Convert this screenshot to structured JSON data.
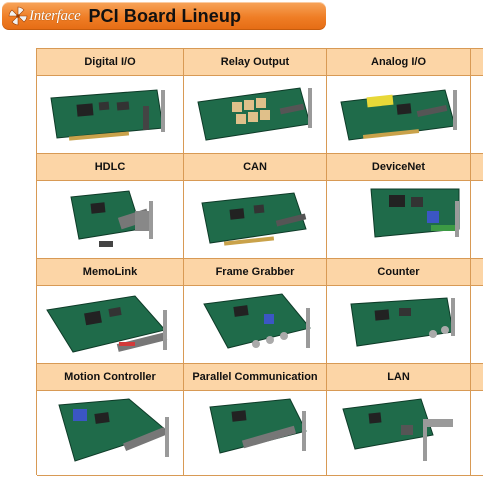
{
  "header": {
    "brand": "Interface",
    "title": "PCI Board Lineup",
    "banner_color": "#ef7d25",
    "logo_icon": "pinwheel-logo-icon"
  },
  "grid": {
    "header_color": "#fcd5a6",
    "border_color": "#d89a55",
    "board_color": "#1f6b4a",
    "rows": [
      {
        "cells": [
          {
            "label": "Digital I/O"
          },
          {
            "label": "Relay Output"
          },
          {
            "label": "Analog I/O"
          },
          {
            "label": ""
          }
        ]
      },
      {
        "cells": [
          {
            "label": "HDLC"
          },
          {
            "label": "CAN"
          },
          {
            "label": "DeviceNet"
          },
          {
            "label": ""
          }
        ]
      },
      {
        "cells": [
          {
            "label": "MemoLink"
          },
          {
            "label": "Frame Grabber"
          },
          {
            "label": "Counter"
          },
          {
            "label": ""
          }
        ]
      },
      {
        "cells": [
          {
            "label": "Motion Controller"
          },
          {
            "label": "Parallel Communication"
          },
          {
            "label": "LAN"
          },
          {
            "label": ""
          }
        ]
      }
    ]
  }
}
